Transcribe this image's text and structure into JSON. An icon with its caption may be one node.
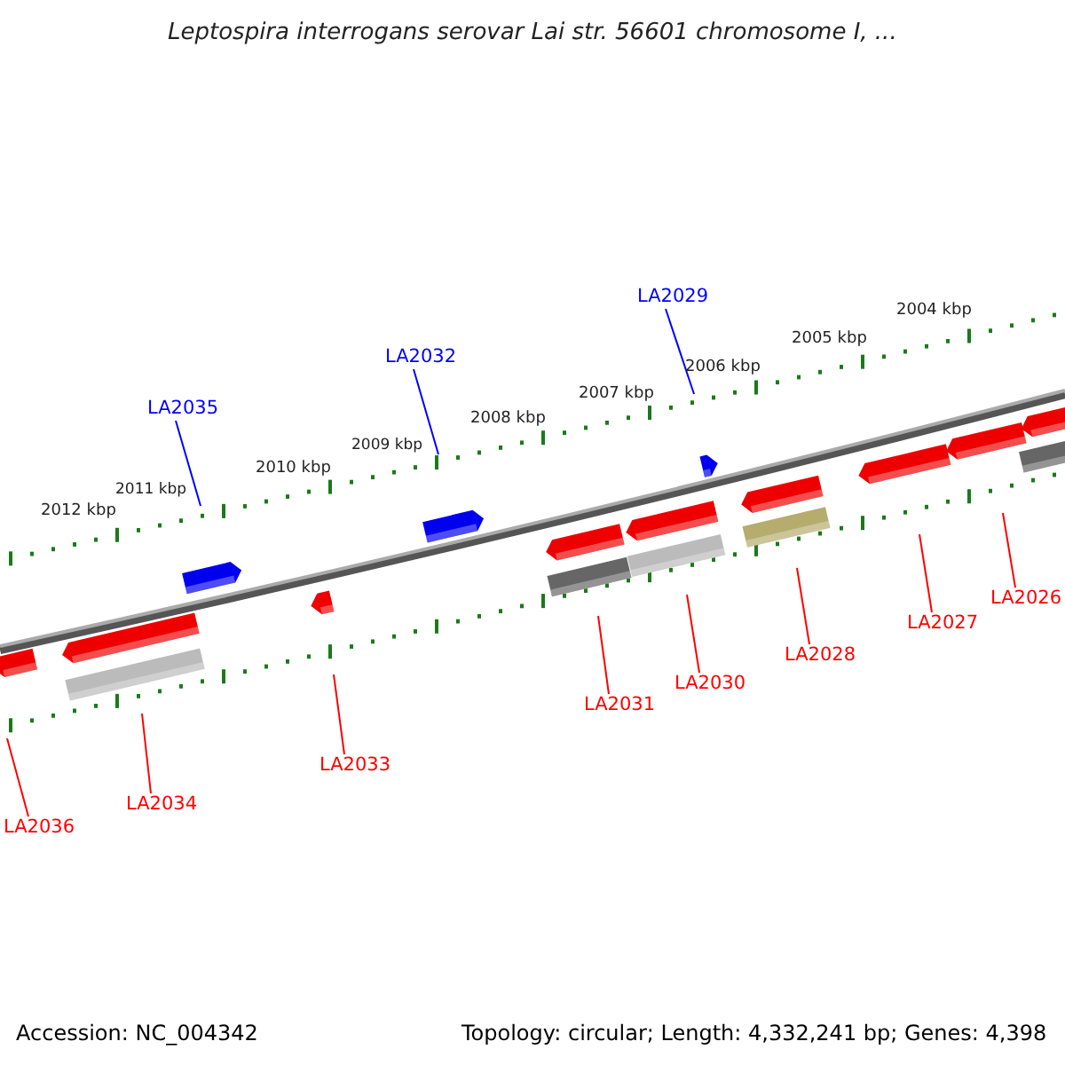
{
  "diagram": {
    "title": "Leptospira interrogans serovar Lai str. 56601 chromosome I, ...",
    "nodes": [
      {
        "text": [
          "LA2035"
        ]
      },
      {
        "text": [
          "LA2032"
        ]
      },
      {
        "text": [
          "LA2029"
        ]
      },
      {
        "text": [
          "LA2036"
        ]
      },
      {
        "text": [
          "LA2034"
        ]
      },
      {
        "text": [
          "LA2033"
        ]
      },
      {
        "text": [
          "LA2031"
        ]
      },
      {
        "text": [
          "LA2030"
        ]
      },
      {
        "text": [
          "LA2028"
        ]
      },
      {
        "text": [
          "LA2027"
        ]
      },
      {
        "text": [
          "LA2026"
        ]
      }
    ],
    "edges": [
      {
        "from": 0,
        "to": null,
        "arrow": "none",
        "color": "#0000ff"
      },
      {
        "from": 1,
        "to": null,
        "arrow": "none",
        "color": "#0000ff"
      },
      {
        "from": 2,
        "to": null,
        "arrow": "none",
        "color": "#0000ff"
      },
      {
        "from": 3,
        "to": null,
        "arrow": "none"
      },
      {
        "from": 4,
        "to": null,
        "arrow": "none"
      },
      {
        "from": 5,
        "to": null,
        "arrow": "none"
      },
      {
        "from": 6,
        "to": null,
        "arrow": "none"
      },
      {
        "from": 7,
        "to": null,
        "arrow": "none"
      },
      {
        "from": 8,
        "to": null,
        "arrow": "none"
      },
      {
        "from": 9,
        "to": null,
        "arrow": "none"
      },
      {
        "from": 10,
        "to": null,
        "arrow": "none"
      }
    ],
    "labels": [
      "2004 kbp",
      "2005 kbp",
      "2006 kbp",
      "2007 kbp",
      "2008 kbp",
      "2009 kbp",
      "2010 kbp",
      "2011 kbp",
      "2012 kbp",
      "Accession: NC_004342",
      "Topology: circular; Length: 4,332,241 bp; Genes: 4,398"
    ]
  }
}
